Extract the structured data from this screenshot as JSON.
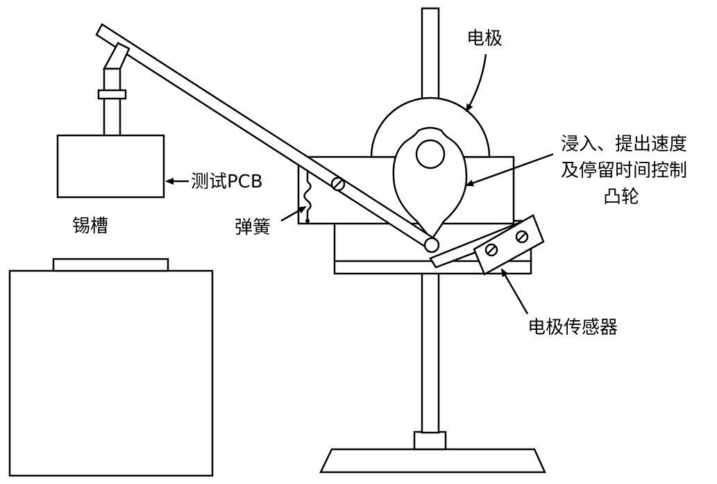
{
  "labels": {
    "electrode": "电极",
    "cam_line1": "浸入、提出速度",
    "cam_line2": "及停留时间控制",
    "cam_line3": "凸轮",
    "test_pcb": "测试PCB",
    "solder_bath": "锡槽",
    "spring": "弹簧",
    "electrode_sensor": "电极传感器"
  },
  "colors": {
    "ink": "#000000",
    "paper": "#ffffff"
  }
}
